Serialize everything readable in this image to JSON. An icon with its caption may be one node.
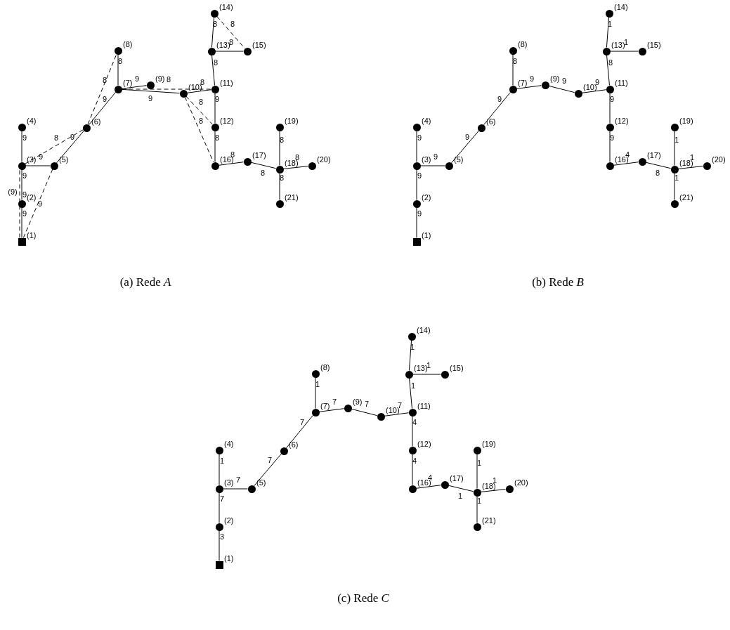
{
  "diagram": {
    "nodes": [
      {
        "text": [],
        "shape": "box",
        "beside": [
          "(1)"
        ]
      },
      {
        "text": [],
        "shape": "circle",
        "beside": [
          "(2)"
        ]
      },
      {
        "text": [],
        "shape": "circle",
        "beside": [
          "(3)"
        ]
      },
      {
        "text": [],
        "shape": "circle",
        "beside": [
          "(4)"
        ]
      },
      {
        "text": [],
        "shape": "circle",
        "beside": [
          "(5)"
        ]
      },
      {
        "text": [],
        "shape": "circle",
        "beside": [
          "(6)"
        ]
      },
      {
        "text": [],
        "shape": "circle",
        "beside": [
          "(7)"
        ]
      },
      {
        "text": [],
        "shape": "circle",
        "beside": [
          "(8)"
        ]
      },
      {
        "text": [],
        "shape": "circle",
        "beside": [
          "(9)"
        ]
      },
      {
        "text": [],
        "shape": "circle",
        "beside": [
          "(10)"
        ]
      },
      {
        "text": [],
        "shape": "circle",
        "beside": [
          "(11)"
        ]
      },
      {
        "text": [],
        "shape": "circle",
        "beside": [
          "(12)"
        ]
      },
      {
        "text": [],
        "shape": "circle",
        "beside": [
          "(13)"
        ]
      },
      {
        "text": [],
        "shape": "circle",
        "beside": [
          "(14)"
        ]
      },
      {
        "text": [],
        "shape": "circle",
        "beside": [
          "(15)"
        ]
      },
      {
        "text": [],
        "shape": "circle",
        "beside": [
          "(16)"
        ]
      },
      {
        "text": [],
        "shape": "circle",
        "beside": [
          "(17)"
        ]
      },
      {
        "text": [],
        "shape": "circle",
        "beside": [
          "(18)"
        ]
      },
      {
        "text": [],
        "shape": "circle",
        "beside": [
          "(19)"
        ]
      },
      {
        "text": [],
        "shape": "circle",
        "beside": [
          "(20)"
        ]
      },
      {
        "text": [],
        "shape": "circle",
        "beside": [
          "(21)"
        ]
      },
      {
        "text": [],
        "shape": "box",
        "beside": [
          "(1)"
        ]
      },
      {
        "text": [],
        "shape": "circle",
        "beside": [
          "(2)"
        ]
      },
      {
        "text": [],
        "shape": "circle",
        "beside": [
          "(3)"
        ]
      },
      {
        "text": [],
        "shape": "circle",
        "beside": [
          "(4)"
        ]
      },
      {
        "text": [],
        "shape": "circle",
        "beside": [
          "(5)"
        ]
      },
      {
        "text": [],
        "shape": "circle",
        "beside": [
          "(6)"
        ]
      },
      {
        "text": [],
        "shape": "circle",
        "beside": [
          "(7)"
        ]
      },
      {
        "text": [],
        "shape": "circle",
        "beside": [
          "(8)"
        ]
      },
      {
        "text": [],
        "shape": "circle",
        "beside": [
          "(9)"
        ]
      },
      {
        "text": [],
        "shape": "circle",
        "beside": [
          "(10)"
        ]
      },
      {
        "text": [],
        "shape": "circle",
        "beside": [
          "(11)"
        ]
      },
      {
        "text": [],
        "shape": "circle",
        "beside": [
          "(12)"
        ]
      },
      {
        "text": [],
        "shape": "circle",
        "beside": [
          "(13)"
        ]
      },
      {
        "text": [],
        "shape": "circle",
        "beside": [
          "(14)"
        ]
      },
      {
        "text": [],
        "shape": "circle",
        "beside": [
          "(15)"
        ]
      },
      {
        "text": [],
        "shape": "circle",
        "beside": [
          "(16)"
        ]
      },
      {
        "text": [],
        "shape": "circle",
        "beside": [
          "(17)"
        ]
      },
      {
        "text": [],
        "shape": "circle",
        "beside": [
          "(18)"
        ]
      },
      {
        "text": [],
        "shape": "circle",
        "beside": [
          "(19)"
        ]
      },
      {
        "text": [],
        "shape": "circle",
        "beside": [
          "(20)"
        ]
      },
      {
        "text": [],
        "shape": "circle",
        "beside": [
          "(21)"
        ]
      },
      {
        "text": [],
        "shape": "box",
        "beside": [
          "(1)"
        ]
      },
      {
        "text": [],
        "shape": "circle",
        "beside": [
          "(2)"
        ]
      },
      {
        "text": [],
        "shape": "circle",
        "beside": [
          "(3)"
        ]
      },
      {
        "text": [],
        "shape": "circle",
        "beside": [
          "(4)"
        ]
      },
      {
        "text": [],
        "shape": "circle",
        "beside": [
          "(5)"
        ]
      },
      {
        "text": [],
        "shape": "circle",
        "beside": [
          "(6)"
        ]
      },
      {
        "text": [],
        "shape": "circle",
        "beside": [
          "(7)"
        ]
      },
      {
        "text": [],
        "shape": "circle",
        "beside": [
          "(8)"
        ]
      },
      {
        "text": [],
        "shape": "circle",
        "beside": [
          "(9)"
        ]
      },
      {
        "text": [],
        "shape": "circle",
        "beside": [
          "(10)"
        ]
      },
      {
        "text": [],
        "shape": "circle",
        "beside": [
          "(11)"
        ]
      },
      {
        "text": [],
        "shape": "circle",
        "beside": [
          "(12)"
        ]
      },
      {
        "text": [],
        "shape": "circle",
        "beside": [
          "(13)"
        ]
      },
      {
        "text": [],
        "shape": "circle",
        "beside": [
          "(14)"
        ]
      },
      {
        "text": [],
        "shape": "circle",
        "beside": [
          "(15)"
        ]
      },
      {
        "text": [],
        "shape": "circle",
        "beside": [
          "(16)"
        ]
      },
      {
        "text": [],
        "shape": "circle",
        "beside": [
          "(17)"
        ]
      },
      {
        "text": [],
        "shape": "circle",
        "beside": [
          "(18)"
        ]
      },
      {
        "text": [],
        "shape": "circle",
        "beside": [
          "(19)"
        ]
      },
      {
        "text": [],
        "shape": "circle",
        "beside": [
          "(20)"
        ]
      },
      {
        "text": [],
        "shape": "circle",
        "beside": [
          "(21)"
        ]
      }
    ],
    "edges": [
      {
        "from": 0,
        "to": 1,
        "arrow": "none",
        "label": "9"
      },
      {
        "from": 1,
        "to": 2,
        "arrow": "none",
        "label": "9"
      },
      {
        "from": 2,
        "to": 3,
        "arrow": "none",
        "label": "9"
      },
      {
        "from": 2,
        "to": 4,
        "arrow": "none",
        "label": "9"
      },
      {
        "from": 4,
        "to": 5,
        "arrow": "none",
        "label": "9"
      },
      {
        "from": 5,
        "to": 6,
        "arrow": "none",
        "label": "9"
      },
      {
        "from": 6,
        "to": 7,
        "arrow": "none",
        "label": "8"
      },
      {
        "from": 6,
        "to": 8,
        "arrow": "none",
        "label": "9"
      },
      {
        "from": 6,
        "to": 9,
        "arrow": "none",
        "label": "9"
      },
      {
        "from": 9,
        "to": 10,
        "arrow": "none",
        "label": "8"
      },
      {
        "from": 10,
        "to": 12,
        "arrow": "none",
        "label": "8"
      },
      {
        "from": 12,
        "to": 13,
        "arrow": "none",
        "label": "8"
      },
      {
        "from": 12,
        "to": 14,
        "arrow": "none",
        "label": "8"
      },
      {
        "from": 10,
        "to": 11,
        "arrow": "none",
        "label": "9"
      },
      {
        "from": 11,
        "to": 15,
        "arrow": "none",
        "label": "8"
      },
      {
        "from": 15,
        "to": 16,
        "arrow": "none",
        "label": "8"
      },
      {
        "from": 16,
        "to": 17,
        "arrow": "none",
        "label": "8"
      },
      {
        "from": 17,
        "to": 18,
        "arrow": "none",
        "label": "8"
      },
      {
        "from": 17,
        "to": 19,
        "arrow": "none",
        "label": "8"
      },
      {
        "from": 17,
        "to": 20,
        "arrow": "none",
        "label": "8"
      },
      {
        "from": 0,
        "to": 2,
        "arrow": "none",
        "label": "(9)",
        "style": "dashed"
      },
      {
        "from": 0,
        "to": 4,
        "arrow": "none",
        "label": "9",
        "style": "dashed"
      },
      {
        "from": 2,
        "to": 5,
        "arrow": "none",
        "label": "8",
        "style": "dashed"
      },
      {
        "from": 5,
        "to": 7,
        "arrow": "none",
        "label": "8",
        "style": "dashed"
      },
      {
        "from": 6,
        "to": 10,
        "arrow": "none",
        "label": "8",
        "style": "dashed"
      },
      {
        "from": 9,
        "to": 11,
        "arrow": "none",
        "label": "8",
        "style": "dashed"
      },
      {
        "from": 9,
        "to": 15,
        "arrow": "none",
        "label": "8",
        "style": "dashed"
      },
      {
        "from": 13,
        "to": 14,
        "arrow": "none",
        "label": "8",
        "style": "dashed"
      },
      {
        "from": 21,
        "to": 22,
        "arrow": "none",
        "label": "9"
      },
      {
        "from": 22,
        "to": 23,
        "arrow": "none",
        "label": "9"
      },
      {
        "from": 23,
        "to": 24,
        "arrow": "none",
        "label": "9"
      },
      {
        "from": 23,
        "to": 25,
        "arrow": "none",
        "label": "9"
      },
      {
        "from": 25,
        "to": 26,
        "arrow": "none",
        "label": "9"
      },
      {
        "from": 26,
        "to": 27,
        "arrow": "none",
        "label": "9"
      },
      {
        "from": 27,
        "to": 28,
        "arrow": "none",
        "label": "8"
      },
      {
        "from": 27,
        "to": 29,
        "arrow": "none",
        "label": "9"
      },
      {
        "from": 29,
        "to": 30,
        "arrow": "none",
        "label": "9"
      },
      {
        "from": 30,
        "to": 31,
        "arrow": "none",
        "label": "9"
      },
      {
        "from": 31,
        "to": 33,
        "arrow": "none",
        "label": "8"
      },
      {
        "from": 33,
        "to": 34,
        "arrow": "none",
        "label": "1"
      },
      {
        "from": 33,
        "to": 35,
        "arrow": "none",
        "label": "1"
      },
      {
        "from": 31,
        "to": 32,
        "arrow": "none",
        "label": "9"
      },
      {
        "from": 32,
        "to": 36,
        "arrow": "none",
        "label": "9"
      },
      {
        "from": 36,
        "to": 37,
        "arrow": "none",
        "label": "4"
      },
      {
        "from": 37,
        "to": 38,
        "arrow": "none",
        "label": "8"
      },
      {
        "from": 38,
        "to": 39,
        "arrow": "none",
        "label": "1"
      },
      {
        "from": 38,
        "to": 40,
        "arrow": "none",
        "label": "1"
      },
      {
        "from": 38,
        "to": 41,
        "arrow": "none",
        "label": "1"
      },
      {
        "from": 42,
        "to": 43,
        "arrow": "none",
        "label": "3"
      },
      {
        "from": 43,
        "to": 44,
        "arrow": "none",
        "label": "7"
      },
      {
        "from": 44,
        "to": 45,
        "arrow": "none",
        "label": "1"
      },
      {
        "from": 44,
        "to": 46,
        "arrow": "none",
        "label": "7"
      },
      {
        "from": 46,
        "to": 47,
        "arrow": "none",
        "label": "7"
      },
      {
        "from": 47,
        "to": 48,
        "arrow": "none",
        "label": "7"
      },
      {
        "from": 48,
        "to": 49,
        "arrow": "none",
        "label": "1"
      },
      {
        "from": 48,
        "to": 50,
        "arrow": "none",
        "label": "7"
      },
      {
        "from": 50,
        "to": 51,
        "arrow": "none",
        "label": "7"
      },
      {
        "from": 51,
        "to": 52,
        "arrow": "none",
        "label": "7"
      },
      {
        "from": 52,
        "to": 54,
        "arrow": "none",
        "label": "1"
      },
      {
        "from": 54,
        "to": 55,
        "arrow": "none",
        "label": "1"
      },
      {
        "from": 54,
        "to": 56,
        "arrow": "none",
        "label": "1"
      },
      {
        "from": 52,
        "to": 53,
        "arrow": "none",
        "label": "4"
      },
      {
        "from": 53,
        "to": 57,
        "arrow": "none",
        "label": "4"
      },
      {
        "from": 57,
        "to": 58,
        "arrow": "none",
        "label": "4"
      },
      {
        "from": 58,
        "to": 59,
        "arrow": "none",
        "label": "1"
      },
      {
        "from": 59,
        "to": 60,
        "arrow": "none",
        "label": "1"
      },
      {
        "from": 59,
        "to": 61,
        "arrow": "none",
        "label": "1"
      },
      {
        "from": 59,
        "to": 62,
        "arrow": "none",
        "label": "1"
      }
    ],
    "labels": [
      "9",
      "(a) Rede *A*",
      "(b) Rede *B*",
      "(c) Rede *C*"
    ]
  }
}
